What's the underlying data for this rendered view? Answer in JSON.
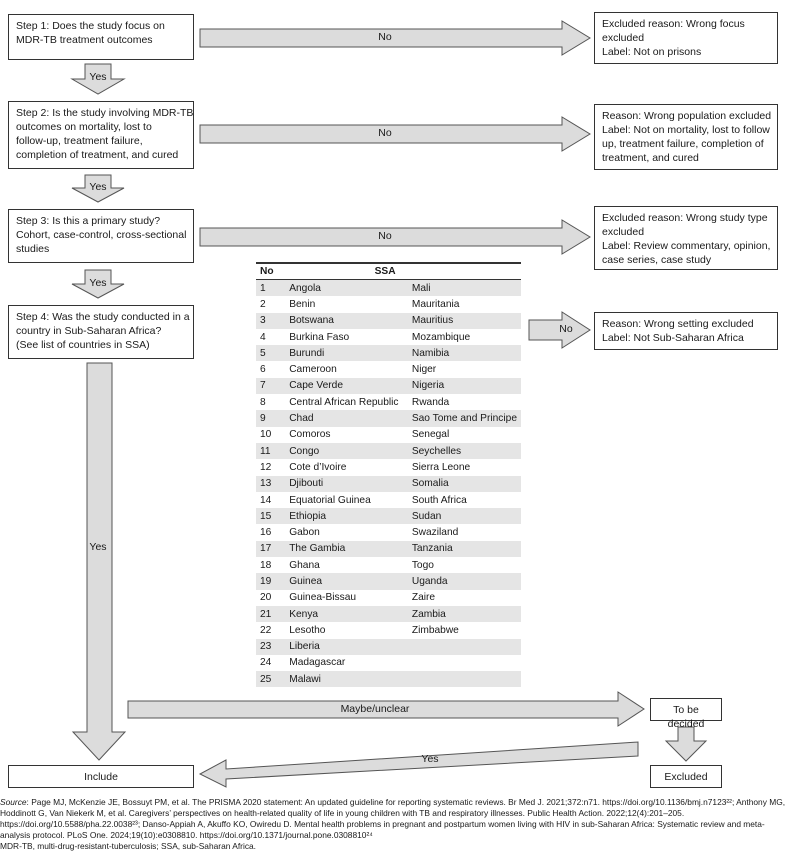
{
  "flow": {
    "step1": [
      "Step 1: Does the study focus on",
      "MDR-TB treatment outcomes"
    ],
    "step2": [
      "Step 2: Is the study involving MDR-TB",
      "outcomes on mortality, lost to",
      "follow-up, treatment failure,",
      "completion of treatment, and cured"
    ],
    "step3": [
      "Step 3: Is this a primary study?",
      "Cohort, case-control, cross-sectional",
      "studies"
    ],
    "step4": [
      "Step 4: Was the study conducted in a",
      "country in Sub-Saharan Africa?",
      "(See list of countries in SSA)"
    ],
    "excl1": [
      "Excluded reason: Wrong focus",
      "excluded",
      "Label:  Not on prisons"
    ],
    "excl2": [
      "Reason: Wrong population excluded",
      "Label: Not on mortality, lost to follow",
      "up, treatment failure, completion of",
      "treatment, and cured"
    ],
    "excl3": [
      "Excluded reason: Wrong study type",
      "excluded",
      "Label: Review commentary, opinion,",
      "case series, case study"
    ],
    "excl4": [
      "Reason: Wrong setting excluded",
      "Label: Not Sub-Saharan Africa"
    ],
    "include": "Include",
    "to_be_decided": "To be decided",
    "excluded": "Excluded"
  },
  "arrow_labels": {
    "no": "No",
    "yes": "Yes",
    "maybe": "Maybe/unclear"
  },
  "table": {
    "headers": [
      "No",
      "SSA"
    ],
    "rows": [
      [
        "1",
        "Angola",
        "Mali"
      ],
      [
        "2",
        "Benin",
        "Mauritania"
      ],
      [
        "3",
        "Botswana",
        "Mauritius"
      ],
      [
        "4",
        "Burkina Faso",
        "Mozambique"
      ],
      [
        "5",
        "Burundi",
        "Namibia"
      ],
      [
        "6",
        "Cameroon",
        "Niger"
      ],
      [
        "7",
        "Cape Verde",
        "Nigeria"
      ],
      [
        "8",
        "Central African Republic",
        "Rwanda"
      ],
      [
        "9",
        "Chad",
        "Sao Tome and Principe"
      ],
      [
        "10",
        "Comoros",
        "Senegal"
      ],
      [
        "11",
        "Congo",
        "Seychelles"
      ],
      [
        "12",
        "Cote d’Ivoire",
        "Sierra Leone"
      ],
      [
        "13",
        "Djibouti",
        "Somalia"
      ],
      [
        "14",
        "Equatorial Guinea",
        "South Africa"
      ],
      [
        "15",
        "Ethiopia",
        "Sudan"
      ],
      [
        "16",
        "Gabon",
        "Swaziland"
      ],
      [
        "17",
        "The Gambia",
        "Tanzania"
      ],
      [
        "18",
        "Ghana",
        "Togo"
      ],
      [
        "19",
        "Guinea",
        "Uganda"
      ],
      [
        "20",
        "Guinea-Bissau",
        "Zaire"
      ],
      [
        "21",
        "Kenya",
        "Zambia"
      ],
      [
        "22",
        "Lesotho",
        "Zimbabwe"
      ],
      [
        "23",
        "Liberia",
        ""
      ],
      [
        "24",
        "Madagascar",
        ""
      ],
      [
        "25",
        "Malawi",
        ""
      ]
    ]
  },
  "footer": {
    "source_label": "Source",
    "source_text": ": Page MJ, McKenzie JE, Bossuyt PM, et al. The PRISMA 2020 statement: An updated guideline for reporting systematic reviews. Br Med J. 2021;372:n71. https://doi.org/10.1136/bmj.n7123²²; Anthony MG, Hoddinott G, Van Niekerk M, et al. Caregivers’ perspectives on health-related quality of life in young children with TB and respiratory illnesses. Public Health Action. 2022;12(4):201–205. https://doi.org/10.5588/pha.22.0038²³; Danso-Appiah A, Akuffo KO, Owiredu D. Mental health problems in pregnant and postpartum women living with HIV in sub-Saharan Africa: Systematic review and meta-analysis protocol. PLoS One. 2024;19(10):e0308810. https://doi.org/10.1371/journal.pone.0308810²⁴",
    "abbrev": "MDR-TB, multi-drug-resistant-tuberculosis; SSA, sub-Saharan Africa."
  }
}
